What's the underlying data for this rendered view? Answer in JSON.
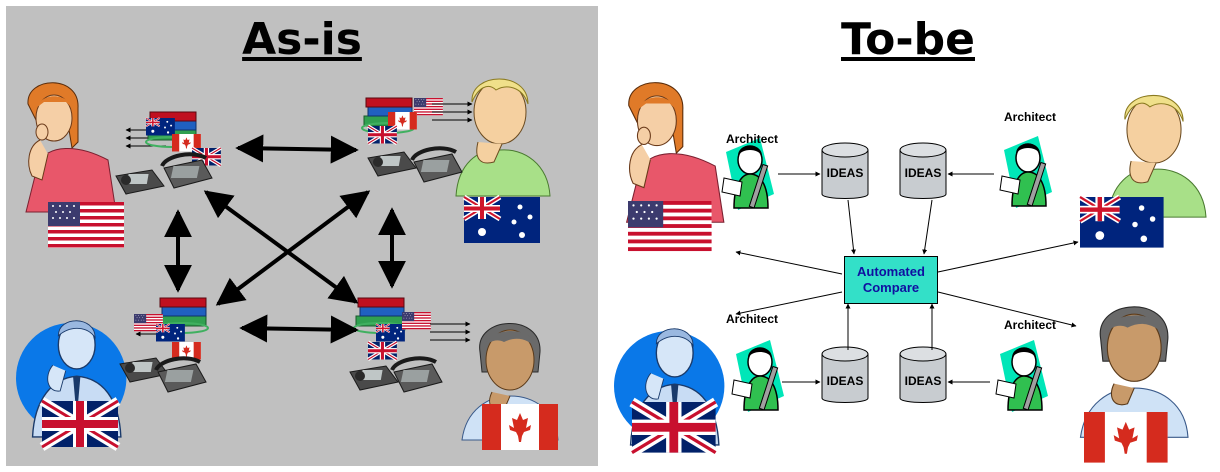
{
  "left_panel": {
    "title": "As-is"
  },
  "right_panel": {
    "title": "To-be",
    "architect_label": "Architect",
    "repository_label": "IDEAS",
    "compare_label": "Automated Compare"
  },
  "flags": [
    "USA",
    "Australia",
    "UK",
    "Canada"
  ],
  "colors": {
    "panel_bg": "#c0c0c0",
    "compare_box": "#33e0c8",
    "compare_text": "#1010a0",
    "cylinder": "#c8ccd0"
  }
}
